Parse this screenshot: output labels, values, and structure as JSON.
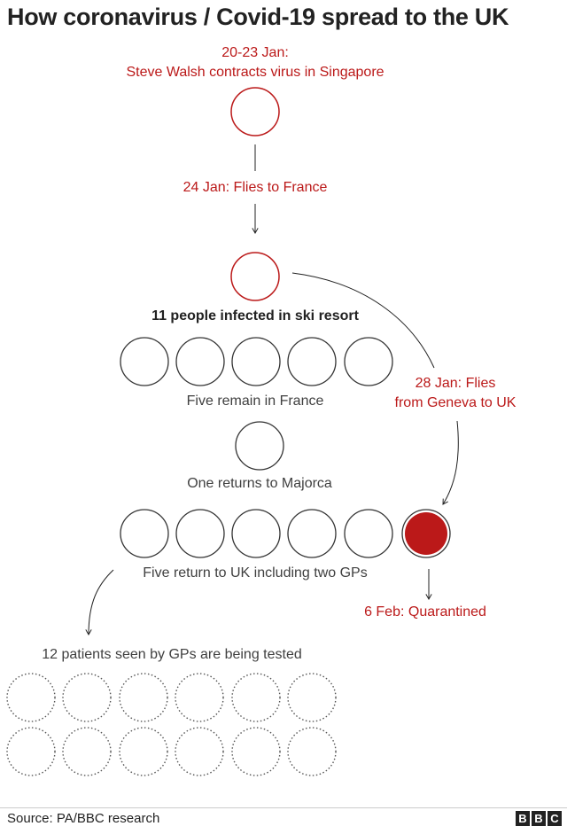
{
  "title": "How coronavirus / Covid-19 spread to the UK",
  "origin": {
    "date": "20-23 Jan:",
    "event": "Steve Walsh contracts virus in Singapore"
  },
  "step1": "24 Jan: Flies to France",
  "ski_resort": "11 people infected in ski resort",
  "france_group": "Five remain in France",
  "majorca_group": "One returns to Majorca",
  "uk_group": "Five return to UK including two GPs",
  "return_uk": {
    "line1": "28 Jan: Flies",
    "line2": "from Geneva to UK"
  },
  "quarantine": "6 Feb: Quarantined",
  "patients": "12 patients seen by GPs are being tested",
  "source": "Source: PA/BBC research",
  "logo": [
    "B",
    "B",
    "C"
  ],
  "colors": {
    "red": "#bb1919",
    "infected_grey": "#7f7f7f",
    "tested_grey": "#bdbdbd"
  },
  "icons": {
    "infected": "person-icon",
    "tested": "person-icon-dotted"
  }
}
